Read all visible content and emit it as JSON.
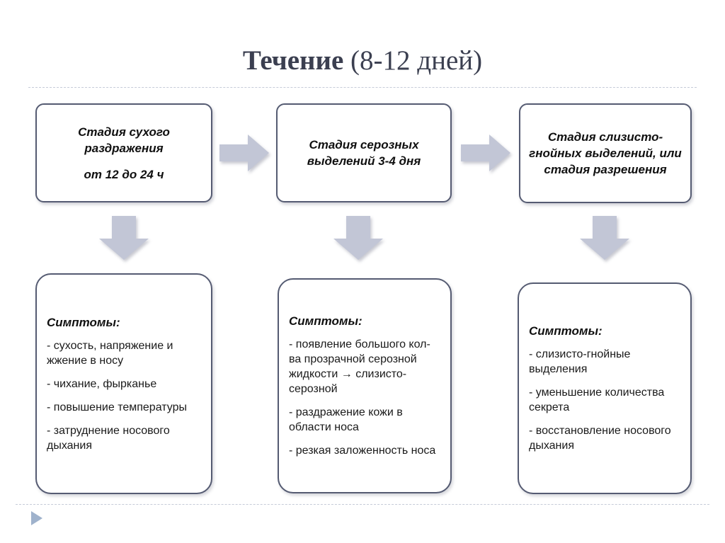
{
  "slide": {
    "title_strong": "Течение",
    "title_light": "(8-12 дней)",
    "accent_border": "#555b72",
    "arrow_fill": "#c2c6d6",
    "rule_color": "#c6cbd8",
    "text_color": "#101010"
  },
  "stages": [
    {
      "name": "stage-dry-irritation",
      "lines": [
        "Стадия сухого раздражения",
        "от 12 до 24 ч"
      ]
    },
    {
      "name": "stage-serous-discharge",
      "lines": [
        "Стадия серозных выделений 3-4 дня",
        ""
      ]
    },
    {
      "name": "stage-mucopurulent-discharge",
      "lines": [
        "Стадия слизисто-гнойных выделений, или стадия разрешения",
        ""
      ]
    }
  ],
  "symptoms": [
    {
      "name": "symptoms-stage-1",
      "heading": "Симптомы:",
      "items": [
        "- сухость, напряжение и жжение в носу",
        "- чихание, фырканье",
        "- повышение температуры",
        "- затруднение носового дыхания"
      ]
    },
    {
      "name": "symptoms-stage-2",
      "heading": "Симптомы:",
      "items": [
        "- появление большого кол-ва прозрачной серозной жидкости → слизисто-серозной",
        "- раздражение кожи в области носа",
        "- резкая заложенность носа"
      ]
    },
    {
      "name": "symptoms-stage-3",
      "heading": "Симптомы:",
      "items": [
        "- слизисто-гнойные выделения",
        "- уменьшение количества секрета",
        "- восстановление носового дыхания"
      ]
    }
  ],
  "connectors": {
    "right_arrows": [
      "arrow-right-icon",
      "arrow-right-icon"
    ],
    "down_arrows": [
      "arrow-down-icon",
      "arrow-down-icon",
      "arrow-down-icon"
    ]
  },
  "footer": {
    "play_icon": "play-triangle-icon"
  }
}
